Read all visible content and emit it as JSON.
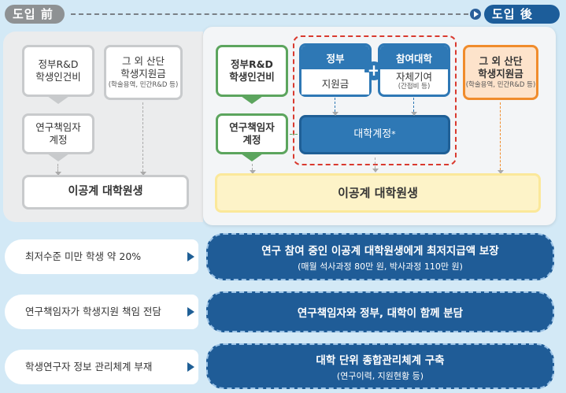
{
  "header": {
    "before_label": "도입 前",
    "after_label": "도입 後"
  },
  "before": {
    "funding_rnd": "정부R&D\n학생인건비",
    "other_support": "그 외 산단\n학생지원금",
    "other_support_note": "(학술용역, 민간R&D 등)",
    "pi": "연구책임자\n계정",
    "target": "이공계 대학원생"
  },
  "after": {
    "funding_rnd": "정부R&D\n학생인건비",
    "gov_title": "정부",
    "gov_sub": "지원금",
    "plus": "+",
    "univ_title": "참여대학",
    "univ_sub": "자체기여",
    "univ_note": "(간접비 등)",
    "other_support": "그 외 산단\n학생지원금",
    "other_support_note": "(학술용역, 민간R&D 등)",
    "pi": "연구책임자\n계정",
    "univ_account": "대학계정",
    "univ_account_mark": "*",
    "target": "이공계 대학원생"
  },
  "rows": [
    {
      "problem": "최저수준 미만 학생 약 20%",
      "solution": "연구 참여 중인 이공계 대학원생에게 최저지급액 보장",
      "detail": "(매월 석사과정 80만 원, 박사과정 110만 원)"
    },
    {
      "problem": "연구책임자가  학생지원 책임 전담",
      "solution": "연구책임자와 정부, 대학이 함께 분담",
      "detail": ""
    },
    {
      "problem": "학생연구자  정보 관리체계 부재",
      "solution": "대학 단위 종합관리체계 구축",
      "detail": "(연구이력, 지원현황 등)"
    }
  ],
  "colors": {
    "navy": "#1f5c97",
    "blue": "#2e78b5",
    "green": "#5ca55e",
    "orange": "#f08c2c",
    "red_dash": "#d93a2f",
    "yellow": "#fdf3c8",
    "gray": "#8e9193"
  }
}
